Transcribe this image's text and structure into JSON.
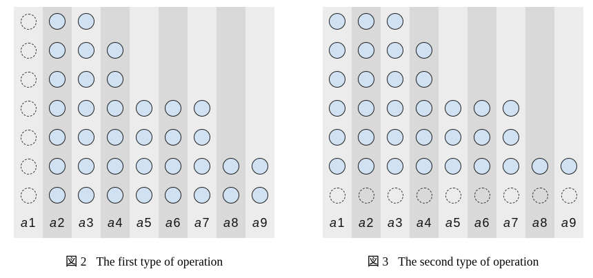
{
  "colors": {
    "page_bg": "#ffffff",
    "stripe_light": "#ececec",
    "stripe_dark": "#d9d9d9",
    "circle_fill": "#cfe1f3",
    "circle_stroke": "#1d1d1d",
    "dash_stroke": "#2e2e2e",
    "label_text": "#111111",
    "caption_text": "#000000"
  },
  "legend": {
    "filled_means": "token present (solid light-blue circle)",
    "dashed_means": "removed token (dashed empty circle)"
  },
  "figures": [
    {
      "caption_label": "図 2",
      "caption_text": "The first type of operation",
      "column_labels": [
        "a1",
        "a2",
        "a3",
        "a4",
        "a5",
        "a6",
        "a7",
        "a8",
        "a9"
      ],
      "filled_counts": [
        0,
        7,
        7,
        6,
        4,
        4,
        4,
        2,
        2
      ],
      "dashed_counts": [
        7,
        0,
        0,
        0,
        0,
        0,
        0,
        0,
        0
      ],
      "grid": [
        [
          "dashed",
          "filled",
          "filled",
          "empty",
          "empty",
          "empty",
          "empty",
          "empty",
          "empty"
        ],
        [
          "dashed",
          "filled",
          "filled",
          "filled",
          "empty",
          "empty",
          "empty",
          "empty",
          "empty"
        ],
        [
          "dashed",
          "filled",
          "filled",
          "filled",
          "empty",
          "empty",
          "empty",
          "empty",
          "empty"
        ],
        [
          "dashed",
          "filled",
          "filled",
          "filled",
          "filled",
          "filled",
          "filled",
          "empty",
          "empty"
        ],
        [
          "dashed",
          "filled",
          "filled",
          "filled",
          "filled",
          "filled",
          "filled",
          "empty",
          "empty"
        ],
        [
          "dashed",
          "filled",
          "filled",
          "filled",
          "filled",
          "filled",
          "filled",
          "filled",
          "filled"
        ],
        [
          "dashed",
          "filled",
          "filled",
          "filled",
          "filled",
          "filled",
          "filled",
          "filled",
          "filled"
        ]
      ]
    },
    {
      "caption_label": "図 3",
      "caption_text": "The second type of operation",
      "column_labels": [
        "a1",
        "a2",
        "a3",
        "a4",
        "a5",
        "a6",
        "a7",
        "a8",
        "a9"
      ],
      "filled_counts": [
        6,
        6,
        6,
        5,
        3,
        3,
        3,
        1,
        1
      ],
      "dashed_counts": [
        1,
        1,
        1,
        1,
        1,
        1,
        1,
        1,
        1
      ],
      "grid": [
        [
          "filled",
          "filled",
          "filled",
          "empty",
          "empty",
          "empty",
          "empty",
          "empty",
          "empty"
        ],
        [
          "filled",
          "filled",
          "filled",
          "filled",
          "empty",
          "empty",
          "empty",
          "empty",
          "empty"
        ],
        [
          "filled",
          "filled",
          "filled",
          "filled",
          "empty",
          "empty",
          "empty",
          "empty",
          "empty"
        ],
        [
          "filled",
          "filled",
          "filled",
          "filled",
          "filled",
          "filled",
          "filled",
          "empty",
          "empty"
        ],
        [
          "filled",
          "filled",
          "filled",
          "filled",
          "filled",
          "filled",
          "filled",
          "empty",
          "empty"
        ],
        [
          "filled",
          "filled",
          "filled",
          "filled",
          "filled",
          "filled",
          "filled",
          "filled",
          "filled"
        ],
        [
          "dashed",
          "dashed",
          "dashed",
          "dashed",
          "dashed",
          "dashed",
          "dashed",
          "dashed",
          "dashed"
        ]
      ]
    }
  ]
}
